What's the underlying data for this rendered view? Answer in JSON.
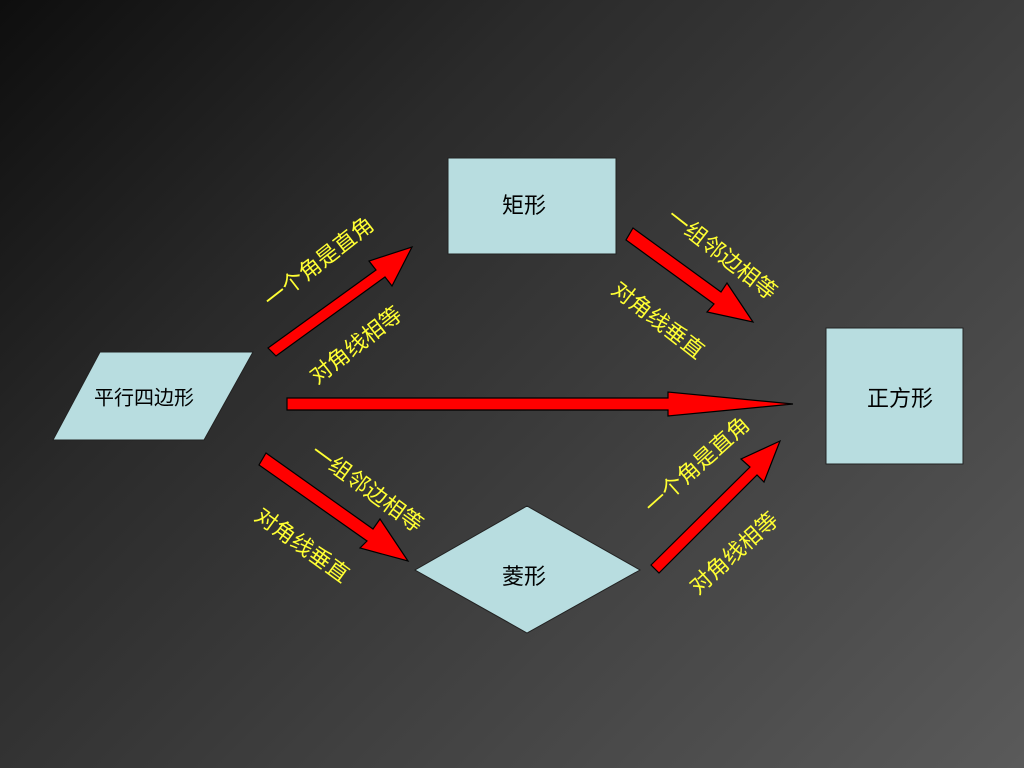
{
  "nodes": {
    "parallelogram": "平行四边形",
    "rectangle": "矩形",
    "rhombus": "菱形",
    "square": "正方形"
  },
  "conditions": {
    "para_to_rect_1": "一个角是直角",
    "para_to_rect_2": "对角线相等",
    "rect_to_square_1": "一组邻边相等",
    "rect_to_square_2": "对角线垂直",
    "para_to_rhombus_1": "一组邻边相等",
    "para_to_rhombus_2": "对角线垂直",
    "rhombus_to_square_1": "一个角是直角",
    "rhombus_to_square_2": "对角线相等"
  },
  "colors": {
    "shape_fill": "#b8dde0",
    "arrow_fill": "#ff0000",
    "condition_text": "#ffff33"
  }
}
